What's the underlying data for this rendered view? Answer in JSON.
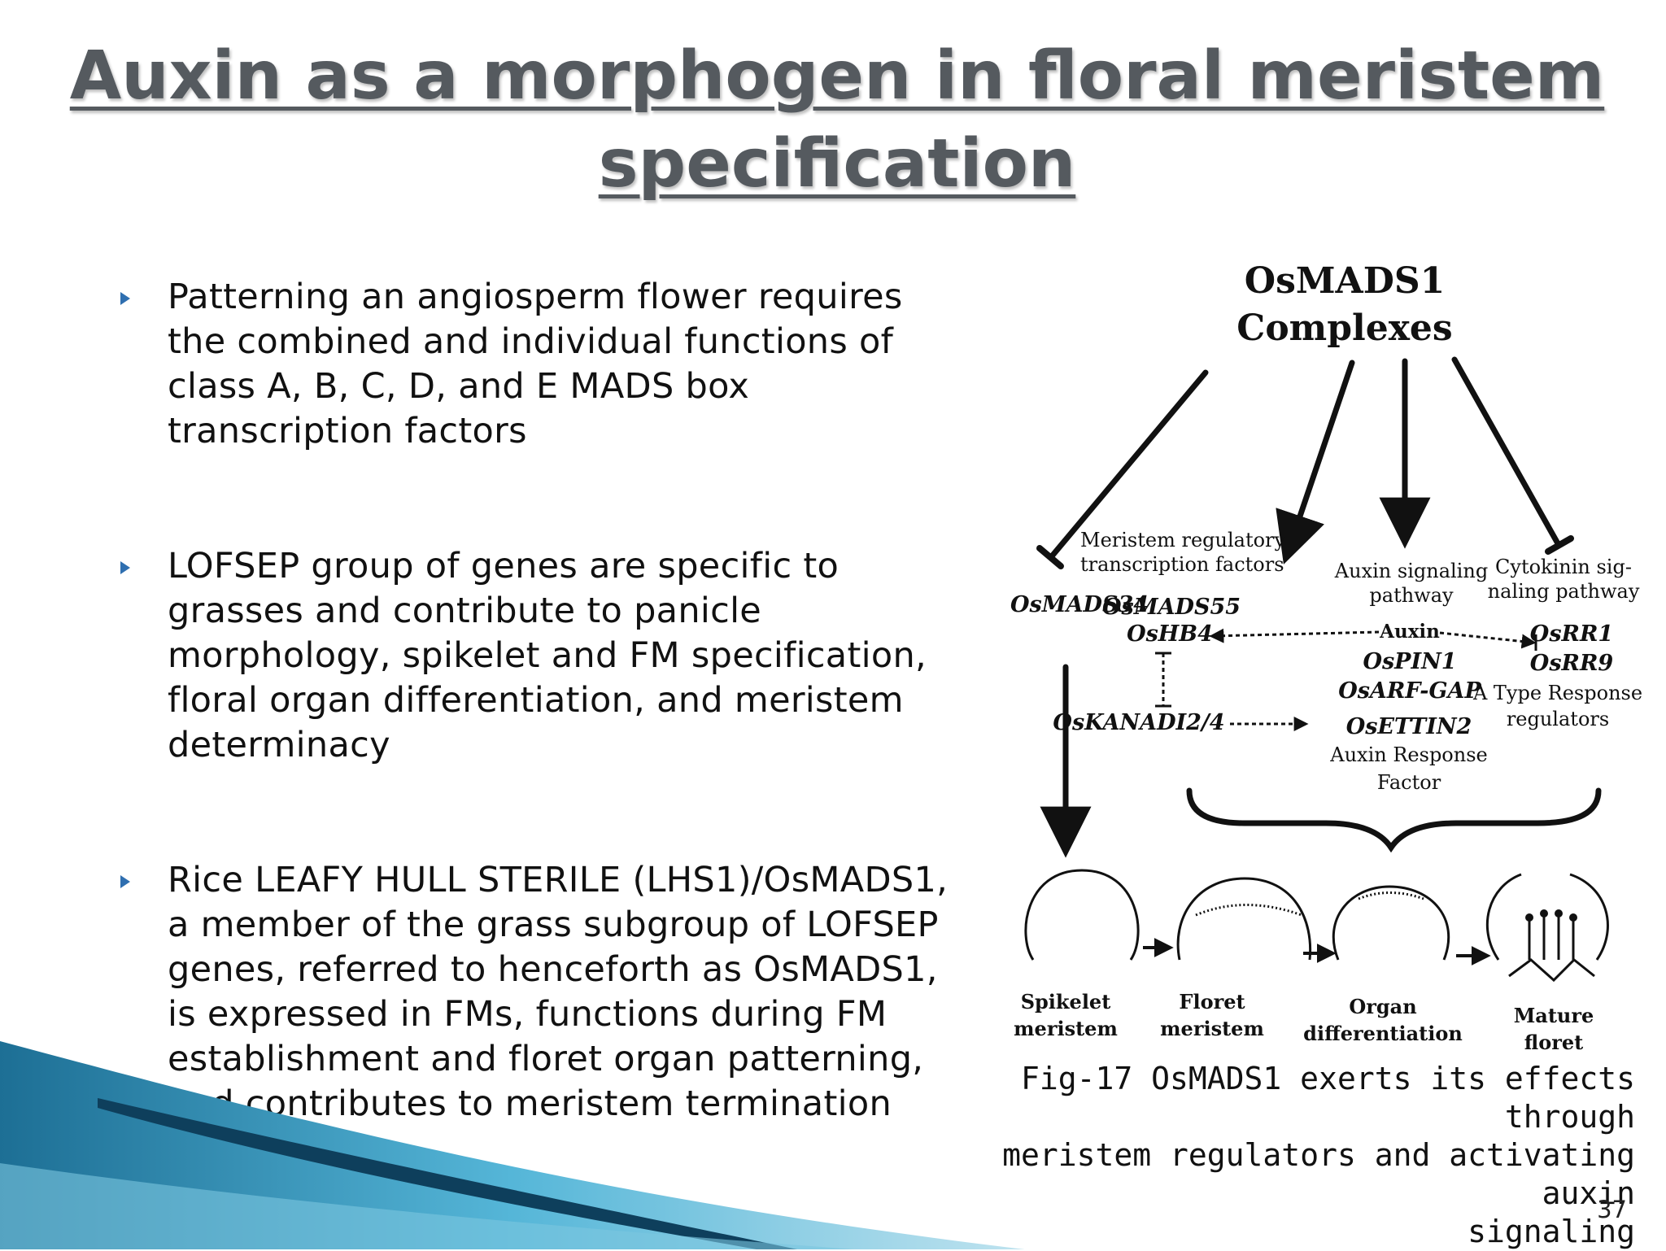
{
  "slide": {
    "title": "Auxin as a morphogen in floral meristem specification",
    "page_number": "37"
  },
  "bullets": [
    "Patterning an angiosperm flower requires the combined and individual functions of class A, B, C, D, and E MADS box transcription factors",
    "LOFSEP group of genes are specific to grasses and contribute to panicle morphology, spikelet and FM specification, floral organ differentiation, and meristem determinacy",
    "Rice LEAFY HULL STERILE (LHS1)/OsMADS1, a member of the grass subgroup of LOFSEP genes, referred to henceforth as OsMADS1, is expressed in FMs, functions during FM establishment and floret organ patterning, and contributes to meristem termination"
  ],
  "figure": {
    "heading_line1": "OsMADS1",
    "heading_line2": "Complexes",
    "meristem_label_1": "Meristem regulatory",
    "meristem_label_2": "transcription factors",
    "auxin_label_1": "Auxin signaling",
    "auxin_label_2": "pathway",
    "cytokinin_label_1": "Cytokinin sig-",
    "cytokinin_label_2": "naling pathway",
    "gene_osmads34": "OsMADS34",
    "gene_osmads55": "OsMADS55",
    "gene_oshb4": "OsHB4",
    "gene_auxin": "Auxin",
    "gene_ospin1": "OsPIN1",
    "gene_osarfgap": "OsARF-GAP",
    "gene_oskanadi": "OsKANADI2/4",
    "gene_osettin2": "OsETTIN2",
    "gene_osrr1": "OsRR1",
    "gene_osrr9": "OsRR9",
    "atype_label_1": "A Type Response",
    "atype_label_2": "regulators",
    "arf_label_1": "Auxin Response",
    "arf_label_2": "Factor",
    "stage_spikelet_1": "Spikelet",
    "stage_spikelet_2": "meristem",
    "stage_floret_1": "Floret",
    "stage_floret_2": "meristem",
    "stage_organ_1": "Organ",
    "stage_organ_2": "differentiation",
    "stage_mature_1": "Mature",
    "stage_mature_2": "floret"
  },
  "caption": {
    "line1": "Fig-17 OsMADS1 exerts its effects through",
    "line2": "meristem regulators and activating auxin",
    "line3": "signaling"
  },
  "colors": {
    "title": "#555a5f",
    "bullet_marker": "#2f6fb0",
    "swoosh_dark": "#0e3f5c",
    "swoosh_light": "#55b6d8"
  }
}
